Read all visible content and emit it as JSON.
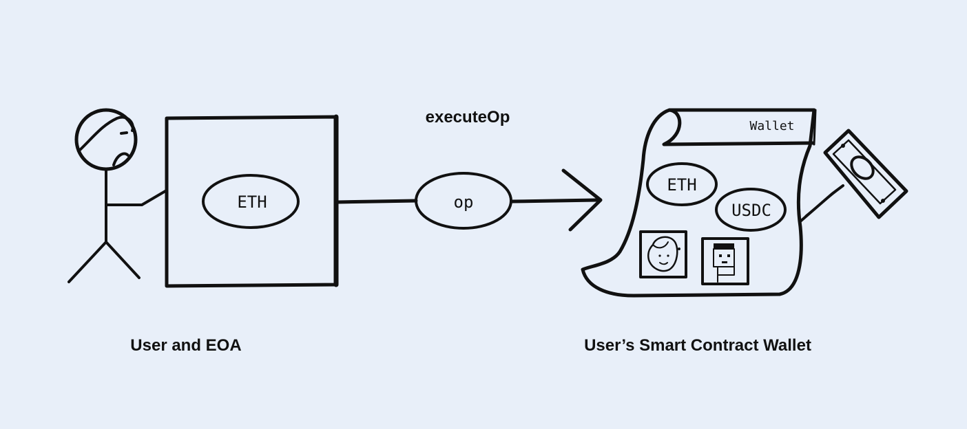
{
  "labels": {
    "action": "executeOp",
    "user_side": "User and EOA",
    "wallet_side": "User’s Smart Contract Wallet"
  },
  "eoa": {
    "token": "ETH"
  },
  "operation": {
    "label": "op"
  },
  "wallet": {
    "title": "Wallet",
    "tokens": [
      "ETH",
      "USDC"
    ]
  },
  "colors": {
    "background": "#e8eff9",
    "ink": "#111111"
  }
}
